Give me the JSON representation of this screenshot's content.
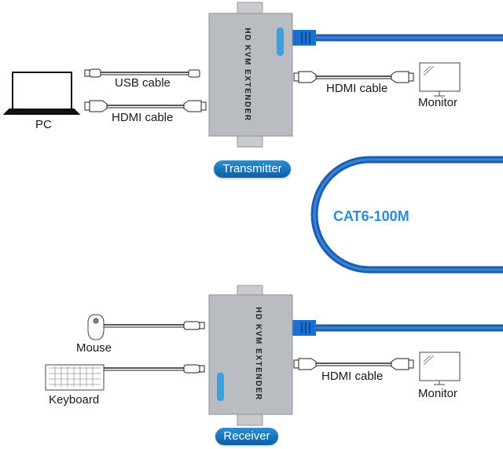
{
  "colors": {
    "cable_blue": "#1a5fb4",
    "accent_blue": "#2a8fc8",
    "device_gray": "#b9bcc0",
    "text": "#1a1a1a"
  },
  "transmitter": {
    "device_text": "HD KVM EXTENDER",
    "badge_label": "Transmitter",
    "left_connections": [
      {
        "device_label": "PC",
        "cable_label": "USB cable",
        "icon": "laptop-icon"
      },
      {
        "cable_label": "HDMI cable"
      }
    ],
    "right_connections": [
      {
        "cable_label": "HDMI cable",
        "device_label": "Monitor",
        "icon": "monitor-icon"
      }
    ]
  },
  "link": {
    "cable_label": "CAT6-100M"
  },
  "receiver": {
    "device_text": "HD KVM EXTENDER",
    "badge_label": "Receiver",
    "left_connections": [
      {
        "device_label": "Mouse",
        "icon": "mouse-icon"
      },
      {
        "device_label": "Keyboard",
        "icon": "keyboard-icon"
      }
    ],
    "right_connections": [
      {
        "cable_label": "HDMI cable",
        "device_label": "Monitor",
        "icon": "monitor-icon"
      }
    ]
  }
}
